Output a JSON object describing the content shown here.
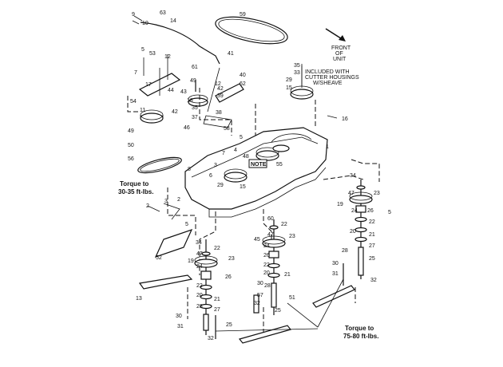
{
  "front_note": [
    "FRONT",
    "OF",
    "UNIT"
  ],
  "included_note": [
    "INCLUDED WITH",
    "CUTTER HOUSINGS",
    "W/SHEAVE"
  ],
  "note_box": "NOTE",
  "torque_left": [
    "Torque to",
    "30-35 ft-lbs."
  ],
  "torque_bottom": [
    "Torque to",
    "75-80 ft-lbs."
  ],
  "callouts": [
    {
      "id": "c1",
      "text": "9"
    },
    {
      "id": "c2",
      "text": "63"
    },
    {
      "id": "c3",
      "text": "10"
    },
    {
      "id": "c4",
      "text": "14"
    },
    {
      "id": "c5",
      "text": "59"
    },
    {
      "id": "c6",
      "text": "5"
    },
    {
      "id": "c7",
      "text": "53"
    },
    {
      "id": "c8",
      "text": "12"
    },
    {
      "id": "c9",
      "text": "7"
    },
    {
      "id": "c10",
      "text": "41"
    },
    {
      "id": "c11",
      "text": "61"
    },
    {
      "id": "c12",
      "text": "49"
    },
    {
      "id": "c13",
      "text": "40"
    },
    {
      "id": "c14",
      "text": "12"
    },
    {
      "id": "c15",
      "text": "62"
    },
    {
      "id": "c16",
      "text": "17"
    },
    {
      "id": "c17",
      "text": "44"
    },
    {
      "id": "c18",
      "text": "43"
    },
    {
      "id": "c19",
      "text": "18"
    },
    {
      "id": "c20",
      "text": "42"
    },
    {
      "id": "c21",
      "text": "39"
    },
    {
      "id": "c22",
      "text": "54"
    },
    {
      "id": "c23",
      "text": "11"
    },
    {
      "id": "c24",
      "text": "42"
    },
    {
      "id": "c25",
      "text": "35"
    },
    {
      "id": "c26",
      "text": "37"
    },
    {
      "id": "c27",
      "text": "38"
    },
    {
      "id": "c28",
      "text": "35"
    },
    {
      "id": "c29",
      "text": "33"
    },
    {
      "id": "c30",
      "text": "29"
    },
    {
      "id": "c31",
      "text": "15"
    },
    {
      "id": "c32",
      "text": "16"
    },
    {
      "id": "c33",
      "text": "49"
    },
    {
      "id": "c34",
      "text": "50"
    },
    {
      "id": "c35",
      "text": "46"
    },
    {
      "id": "c36",
      "text": "58"
    },
    {
      "id": "c37",
      "text": "5"
    },
    {
      "id": "c38",
      "text": "1"
    },
    {
      "id": "c39",
      "text": "56"
    },
    {
      "id": "c40",
      "text": "4"
    },
    {
      "id": "c41",
      "text": "7"
    },
    {
      "id": "c42",
      "text": "8"
    },
    {
      "id": "c43",
      "text": "3"
    },
    {
      "id": "c44",
      "text": "6"
    },
    {
      "id": "c45",
      "text": "48"
    },
    {
      "id": "c46",
      "text": "55"
    },
    {
      "id": "c47",
      "text": "29"
    },
    {
      "id": "c48",
      "text": "15"
    },
    {
      "id": "c49",
      "text": "34"
    },
    {
      "id": "c50",
      "text": "47"
    },
    {
      "id": "c51",
      "text": "23"
    },
    {
      "id": "c52",
      "text": "19"
    },
    {
      "id": "c53",
      "text": "24"
    },
    {
      "id": "c54",
      "text": "26"
    },
    {
      "id": "c55",
      "text": "5"
    },
    {
      "id": "c56",
      "text": "22"
    },
    {
      "id": "c57",
      "text": "20"
    },
    {
      "id": "c58",
      "text": "21"
    },
    {
      "id": "c59",
      "text": "27"
    },
    {
      "id": "c60",
      "text": "28"
    },
    {
      "id": "c61",
      "text": "25"
    },
    {
      "id": "c62",
      "text": "30"
    },
    {
      "id": "c63",
      "text": "31"
    },
    {
      "id": "c64",
      "text": "32"
    },
    {
      "id": "c65",
      "text": "2"
    },
    {
      "id": "c66",
      "text": "3"
    },
    {
      "id": "c67",
      "text": "5"
    },
    {
      "id": "c68",
      "text": "52"
    },
    {
      "id": "c69",
      "text": "60"
    },
    {
      "id": "c70",
      "text": "22"
    },
    {
      "id": "c71",
      "text": "45"
    },
    {
      "id": "c72",
      "text": "47"
    },
    {
      "id": "c73",
      "text": "23"
    },
    {
      "id": "c74",
      "text": "24"
    },
    {
      "id": "c75",
      "text": "26"
    },
    {
      "id": "c76",
      "text": "22"
    },
    {
      "id": "c77",
      "text": "20"
    },
    {
      "id": "c78",
      "text": "21"
    },
    {
      "id": "c79",
      "text": "34"
    },
    {
      "id": "c80",
      "text": "22"
    },
    {
      "id": "c81",
      "text": "19"
    },
    {
      "id": "c82",
      "text": "47"
    },
    {
      "id": "c83",
      "text": "23"
    },
    {
      "id": "c84",
      "text": "24"
    },
    {
      "id": "c85",
      "text": "26"
    },
    {
      "id": "c86",
      "text": "22"
    },
    {
      "id": "c87",
      "text": "20"
    },
    {
      "id": "c88",
      "text": "21"
    },
    {
      "id": "c89",
      "text": "27"
    },
    {
      "id": "c90",
      "text": "13"
    },
    {
      "id": "c91",
      "text": "28"
    },
    {
      "id": "c92",
      "text": "30"
    },
    {
      "id": "c93",
      "text": "31"
    },
    {
      "id": "c94",
      "text": "25"
    },
    {
      "id": "c95",
      "text": "32"
    },
    {
      "id": "c96",
      "text": "30"
    },
    {
      "id": "c97",
      "text": "57"
    },
    {
      "id": "c98",
      "text": "28"
    },
    {
      "id": "c99",
      "text": "32"
    },
    {
      "id": "c100",
      "text": "51"
    },
    {
      "id": "c101",
      "text": "25"
    },
    {
      "id": "c102",
      "text": "2"
    }
  ]
}
